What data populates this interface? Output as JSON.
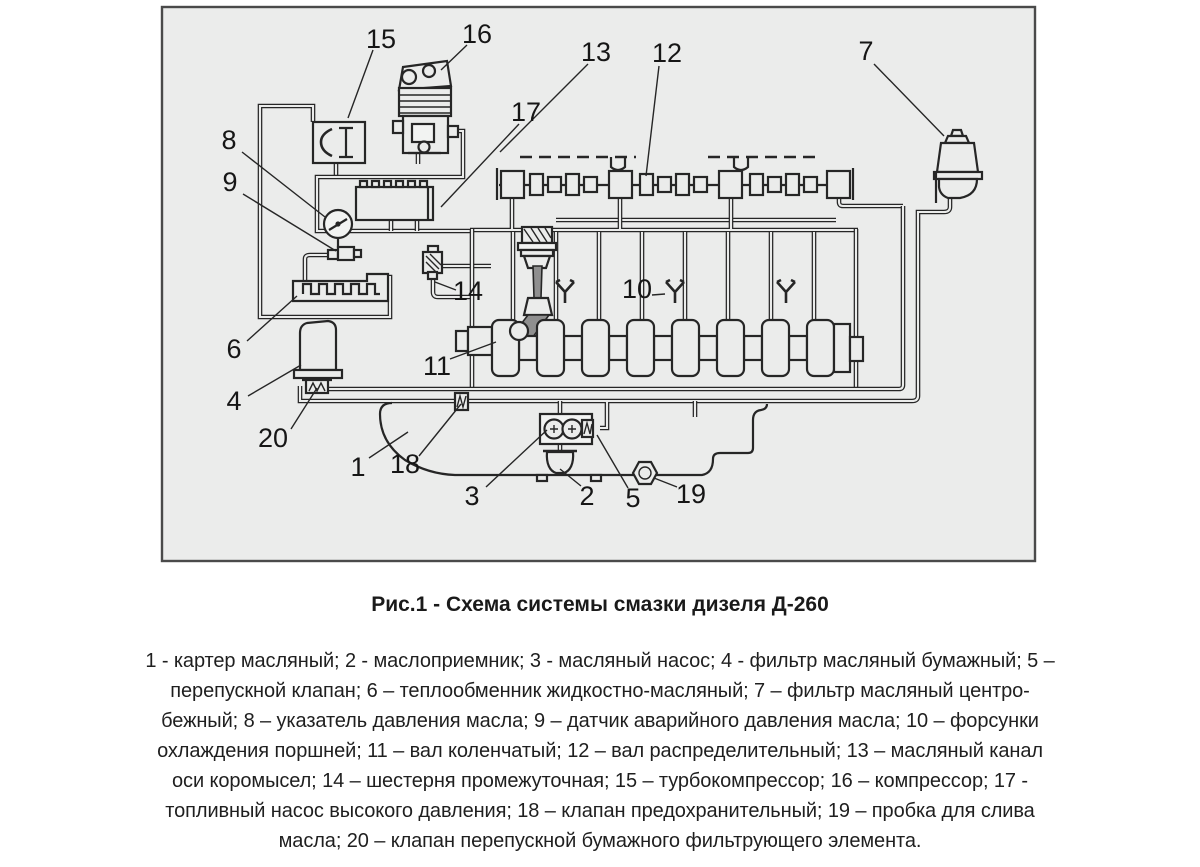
{
  "figure": {
    "caption": "Рис.1 - Схема системы смазки дизеля Д-260",
    "legend_text": "1 - картер масляный; 2 - маслоприемник; 3 - масляный насос; 4 - фильтр масляный бумажный; 5 –\nперепускной клапан; 6 – теплообменник жидкостно-масляный; 7 – фильтр масляный центро-\nбежный; 8 – указатель давления масла; 9 – датчик аварийного давления масла; 10 – форсунки\nохлаждения поршней; 11 – вал коленчатый; 12 – вал распределительный; 13 – масляный канал\nоси коромысел; 14 – шестерня промежуточная; 15 – турбокомпрессор; 16 – компрессор; 17 -\nтопливный насос высокого давления; 18 – клапан предохранительный; 19 – пробка для слива\nмасла; 20 – клапан перепускной бумажного фильтрующего элемента."
  },
  "diagram": {
    "labels": {
      "l1": "1",
      "l2": "2",
      "l3": "3",
      "l4": "4",
      "l5": "5",
      "l6": "6",
      "l7": "7",
      "l8": "8",
      "l9": "9",
      "l10": "10",
      "l11": "11",
      "l12": "12",
      "l13": "13",
      "l14": "14",
      "l15": "15",
      "l16": "16",
      "l17": "17",
      "l18": "18",
      "l19": "19",
      "l20": "20"
    },
    "parts": [
      {
        "number": "1",
        "name": "картер масляный"
      },
      {
        "number": "2",
        "name": "маслоприемник"
      },
      {
        "number": "3",
        "name": "масляный насос"
      },
      {
        "number": "4",
        "name": "фильтр масляный бумажный"
      },
      {
        "number": "5",
        "name": "перепускной клапан"
      },
      {
        "number": "6",
        "name": "теплообменник жидкостно-масляный"
      },
      {
        "number": "7",
        "name": "фильтр масляный центробежный"
      },
      {
        "number": "8",
        "name": "указатель давления масла"
      },
      {
        "number": "9",
        "name": "датчик аварийного давления масла"
      },
      {
        "number": "10",
        "name": "форсунки охлаждения поршней"
      },
      {
        "number": "11",
        "name": "вал коленчатый"
      },
      {
        "number": "12",
        "name": "вал распределительный"
      },
      {
        "number": "13",
        "name": "масляный канал оси коромысел"
      },
      {
        "number": "14",
        "name": "шестерня промежуточная"
      },
      {
        "number": "15",
        "name": "турбокомпрессор"
      },
      {
        "number": "16",
        "name": "компрессор"
      },
      {
        "number": "17",
        "name": "топливный насос высокого давления"
      },
      {
        "number": "18",
        "name": "клапан предохранительный"
      },
      {
        "number": "19",
        "name": "пробка для слива масла"
      },
      {
        "number": "20",
        "name": "клапан перепускной бумажного фильтрующего элемента"
      }
    ],
    "colors": {
      "panel_bg": "#ebeceb",
      "line": "#262626",
      "page_bg": "#ffffff"
    }
  }
}
